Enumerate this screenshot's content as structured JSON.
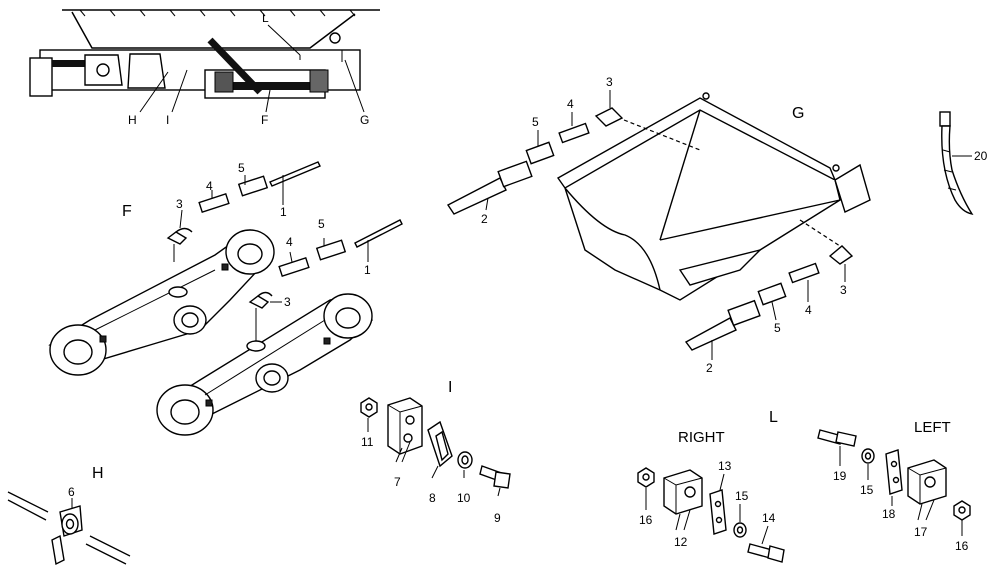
{
  "sections": {
    "F": "F",
    "G": "G",
    "H": "H",
    "I": "I",
    "L": "L"
  },
  "side_labels": {
    "right": "RIGHT",
    "left": "LEFT"
  },
  "callouts": {
    "overview": {
      "L": "L",
      "H": "H",
      "I": "I",
      "F": "F",
      "G": "G"
    },
    "f_upper": {
      "n1": "1",
      "n5": "5",
      "n4": "4",
      "n3": "3"
    },
    "f_lower": {
      "n1": "1",
      "n5": "5",
      "n4": "4",
      "n3": "3"
    },
    "g_upper": {
      "n3": "3",
      "n4": "4",
      "n5": "5",
      "n2": "2"
    },
    "g_lower": {
      "n3": "3",
      "n4": "4",
      "n5": "5",
      "n2": "2"
    },
    "tie": {
      "n20": "20"
    },
    "h": {
      "n6": "6"
    },
    "i": {
      "n11": "11",
      "n7": "7",
      "n8": "8",
      "n10": "10",
      "n9": "9"
    },
    "l_right": {
      "n16": "16",
      "n12": "12",
      "n13": "13",
      "n15": "15",
      "n14": "14"
    },
    "l_left": {
      "n19": "19",
      "n15": "15",
      "n18": "18",
      "n17": "17",
      "n16": "16"
    }
  }
}
